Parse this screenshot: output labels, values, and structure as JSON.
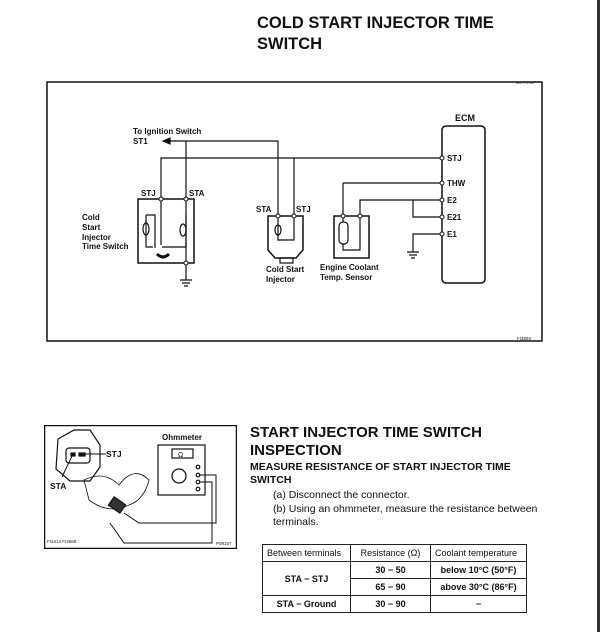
{
  "page_title_lines": [
    "COLD START INJECTOR TIME",
    "SWITCH"
  ],
  "diagram": {
    "ref_top": "B07YV-01",
    "ref_bottom": "FI3893",
    "to_ignition": "To Ignition Switch",
    "st1": "ST1",
    "ecm": "ECM",
    "ecm_pins": [
      "STJ",
      "THW",
      "E2",
      "E21",
      "E1"
    ],
    "switch_terminals": [
      "STJ",
      "STA"
    ],
    "switch_label": [
      "Cold",
      "Start",
      "Injector",
      "Time Switch"
    ],
    "injector_terminals": [
      "STA",
      "STJ"
    ],
    "injector_label": [
      "Cold Start",
      "Injector"
    ],
    "sensor_label": [
      "Engine Coolant",
      "Temp. Sensor"
    ]
  },
  "photo": {
    "stj": "STJ",
    "sta": "STA",
    "ohmmeter": "Ohmmeter",
    "ohm_symbol": "Ω",
    "ref_left": "FI3414 FI3568",
    "ref_right": "P09157"
  },
  "section": {
    "heading": "START INJECTOR TIME SWITCH INSPECTION",
    "subheading": "MEASURE RESISTANCE OF START INJECTOR TIME SWITCH",
    "step_a": "(a) Disconnect the connector.",
    "step_b": "(b) Using an ohmmeter, measure the resistance between terminals."
  },
  "table": {
    "headers": [
      "Between terminals",
      "Resistance (Ω)",
      "Coolant temperature"
    ],
    "rows": [
      {
        "terminals": "STA − STJ",
        "resistance": "30 − 50",
        "temp": "below 10°C (50°F)"
      },
      {
        "terminals": "",
        "resistance": "65 − 90",
        "temp": "above 30°C (86°F)"
      },
      {
        "terminals": "STA − Ground",
        "resistance": "30 − 90",
        "temp": "−"
      }
    ]
  }
}
